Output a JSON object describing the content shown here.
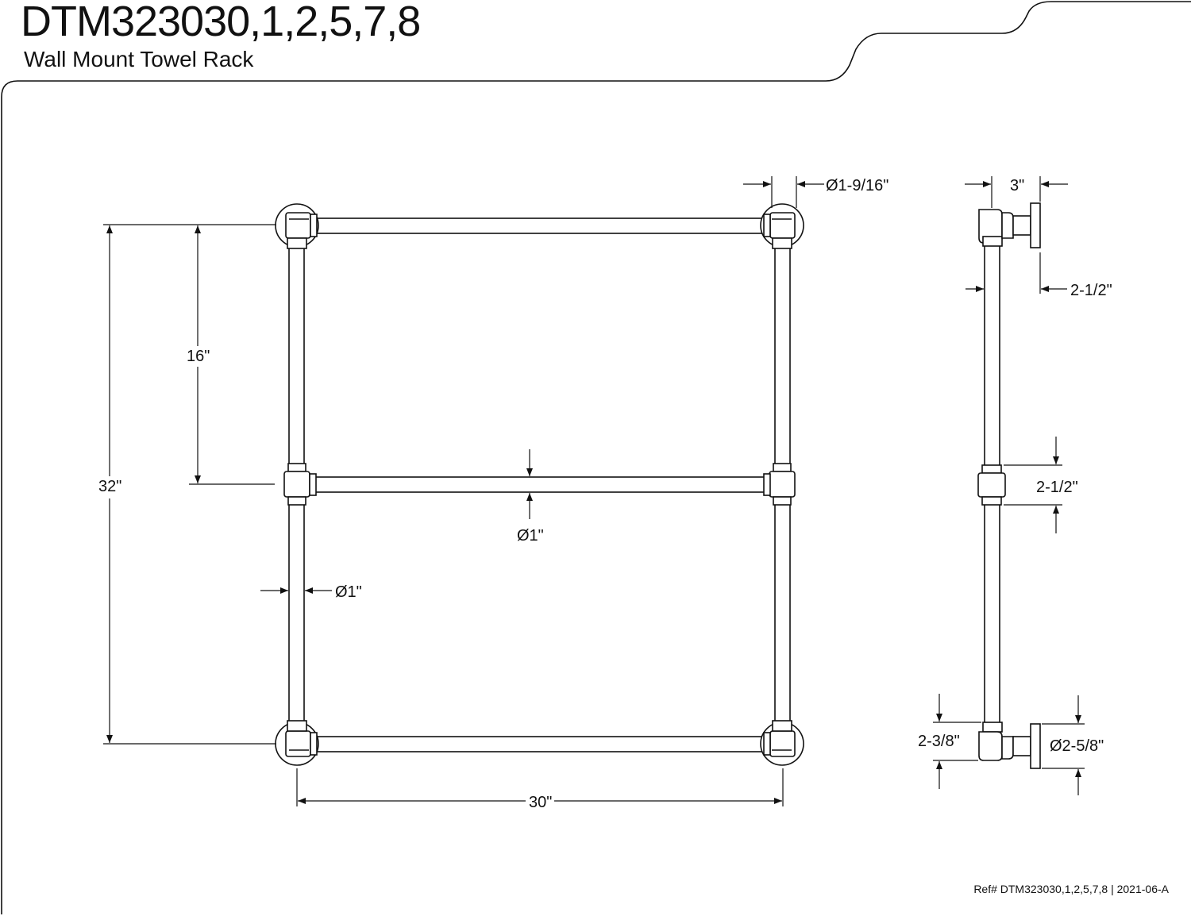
{
  "header": {
    "title": "DTM323030,1,2,5,7,8",
    "subtitle": "Wall Mount Towel Rack"
  },
  "footer": {
    "reference": "Ref# DTM323030,1,2,5,7,8 | 2021-06-A"
  },
  "dimensions": {
    "post_diameter_top": "Ø1-9/16\"",
    "overall_height": "32\"",
    "upper_spacing": "16\"",
    "bar_diameter": "Ø1\"",
    "post_diameter": "Ø1\"",
    "overall_width": "30\"",
    "side_depth": "3\"",
    "side_flange_offset": "2-1/2\"",
    "side_middle_collar": "2-1/2\"",
    "side_bottom_height": "2-3/8\"",
    "flange_diameter": "Ø2-5/8\""
  }
}
